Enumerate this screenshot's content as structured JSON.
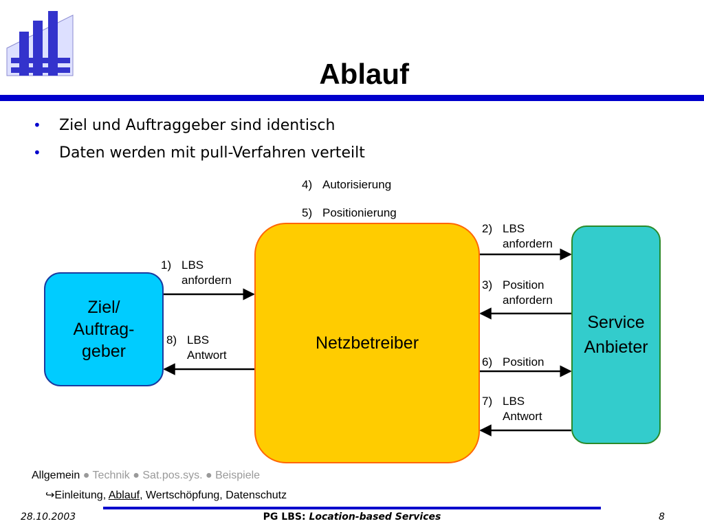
{
  "colors": {
    "rule": "#0000cc",
    "logo": "#3333cc",
    "ziel_box": "#00ccff",
    "netz_box": "#ffcc00",
    "service_box": "#33cccc",
    "nav_inactive": "#999999"
  },
  "slide": {
    "title": "Ablauf",
    "bullets": [
      "Ziel und Auftraggeber sind identisch",
      "Daten werden mit pull-Verfahren verteilt"
    ]
  },
  "diagram": {
    "boxes": {
      "ziel": "Ziel/\nAuftrag-\ngeber",
      "netz": "Netzbetreiber",
      "service": "Service\nAnbieter"
    },
    "steps": [
      {
        "num": "1)",
        "text": "LBS\nanfordern"
      },
      {
        "num": "2)",
        "text": "LBS\nanfordern"
      },
      {
        "num": "3)",
        "text": "Position\nanfordern"
      },
      {
        "num": "4)",
        "text": "Autorisierung"
      },
      {
        "num": "5)",
        "text": "Positionierung"
      },
      {
        "num": "6)",
        "text": "Position"
      },
      {
        "num": "7)",
        "text": "LBS\nAntwort"
      },
      {
        "num": "8)",
        "text": "LBS\nAntwort"
      }
    ]
  },
  "nav": {
    "active": "Allgemein",
    "items": [
      "Technik",
      "Sat.pos.sys.",
      "Beispiele"
    ],
    "separator": "●",
    "arrow": "↪",
    "sub": [
      "Einleitung",
      "Ablauf",
      "Wertschöpfung",
      "Datenschutz"
    ]
  },
  "footer": {
    "date": "28.10.2003",
    "course": "PG LBS:",
    "subtitle": "Location-based Services",
    "page": "8"
  }
}
